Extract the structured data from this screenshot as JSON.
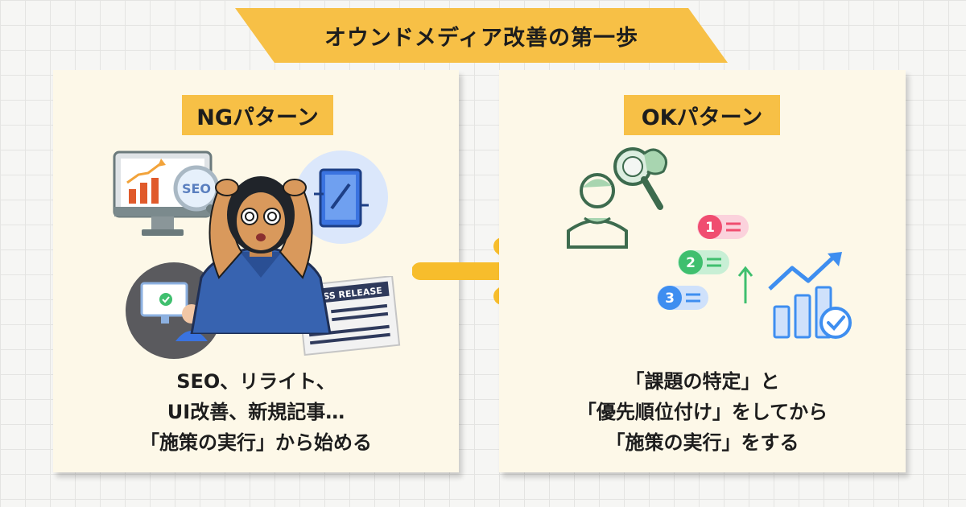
{
  "banner": {
    "title": "オウンドメディア改善の第一歩"
  },
  "ng_panel": {
    "label": "NGパターン",
    "seo_badge": "SEO",
    "press_release_text": "RESS RELEASE",
    "caption_lines": [
      "SEO、リライト、",
      "UI改善、新規記事…",
      "「施策の実行」から始める"
    ]
  },
  "ok_panel": {
    "label": "OKパターン",
    "priority_numbers": [
      "1",
      "2",
      "3"
    ],
    "caption_lines": [
      "「課題の特定」と",
      "「優先順位付け」をしてから",
      "「施策の実行」をする"
    ]
  },
  "colors": {
    "accent_yellow": "#f7c046",
    "arrow_yellow": "#f7bd2c",
    "panel_bg": "#fdf8e8",
    "ok_green": "#3d6b4e",
    "ok_pink": "#f04d70",
    "ok_green_badge": "#3fbf6e",
    "ok_blue": "#3e8ef0"
  },
  "icons": [
    "monitor-chart-icon",
    "seo-magnifier-icon",
    "stressed-person-icon",
    "tablet-edit-icon",
    "computer-user-icon",
    "press-release-icon",
    "arrow-right-icon",
    "person-brain-search-icon",
    "priority-list-icon",
    "arrow-up-icon",
    "growth-chart-check-icon"
  ]
}
